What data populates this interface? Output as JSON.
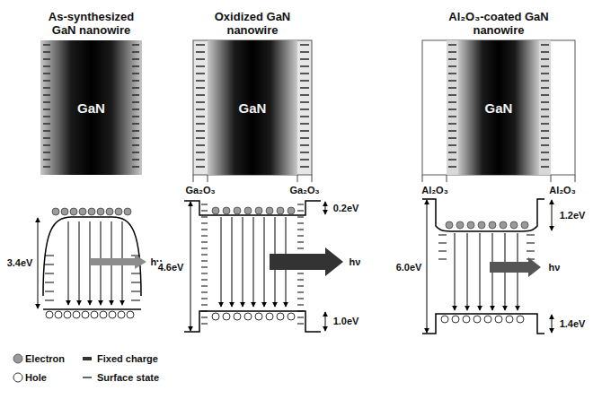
{
  "diagram": {
    "nodes": [
      {
        "text": [
          "As-synthesized GaN nanowire",
          "GaN"
        ]
      },
      {
        "text": [
          "Oxidized GaN nanowire",
          "GaN"
        ]
      },
      {
        "text": [
          "Al₂O₃-coated GaN nanowire",
          "GaN"
        ]
      }
    ],
    "labels": [
      "Ga₂O₃",
      "Ga₂O₃",
      "Al₂O₃",
      "Al₂O₃",
      "3.4eV",
      "hν",
      "4.6eV",
      "0.2eV",
      "1.0eV",
      "hν",
      "6.0eV",
      "1.2eV",
      "1.4eV",
      "hν"
    ],
    "legend": [
      {
        "text": "Electron"
      },
      {
        "text": "Fixed charge"
      },
      {
        "text": "Hole"
      },
      {
        "text": "Surface state"
      }
    ]
  }
}
